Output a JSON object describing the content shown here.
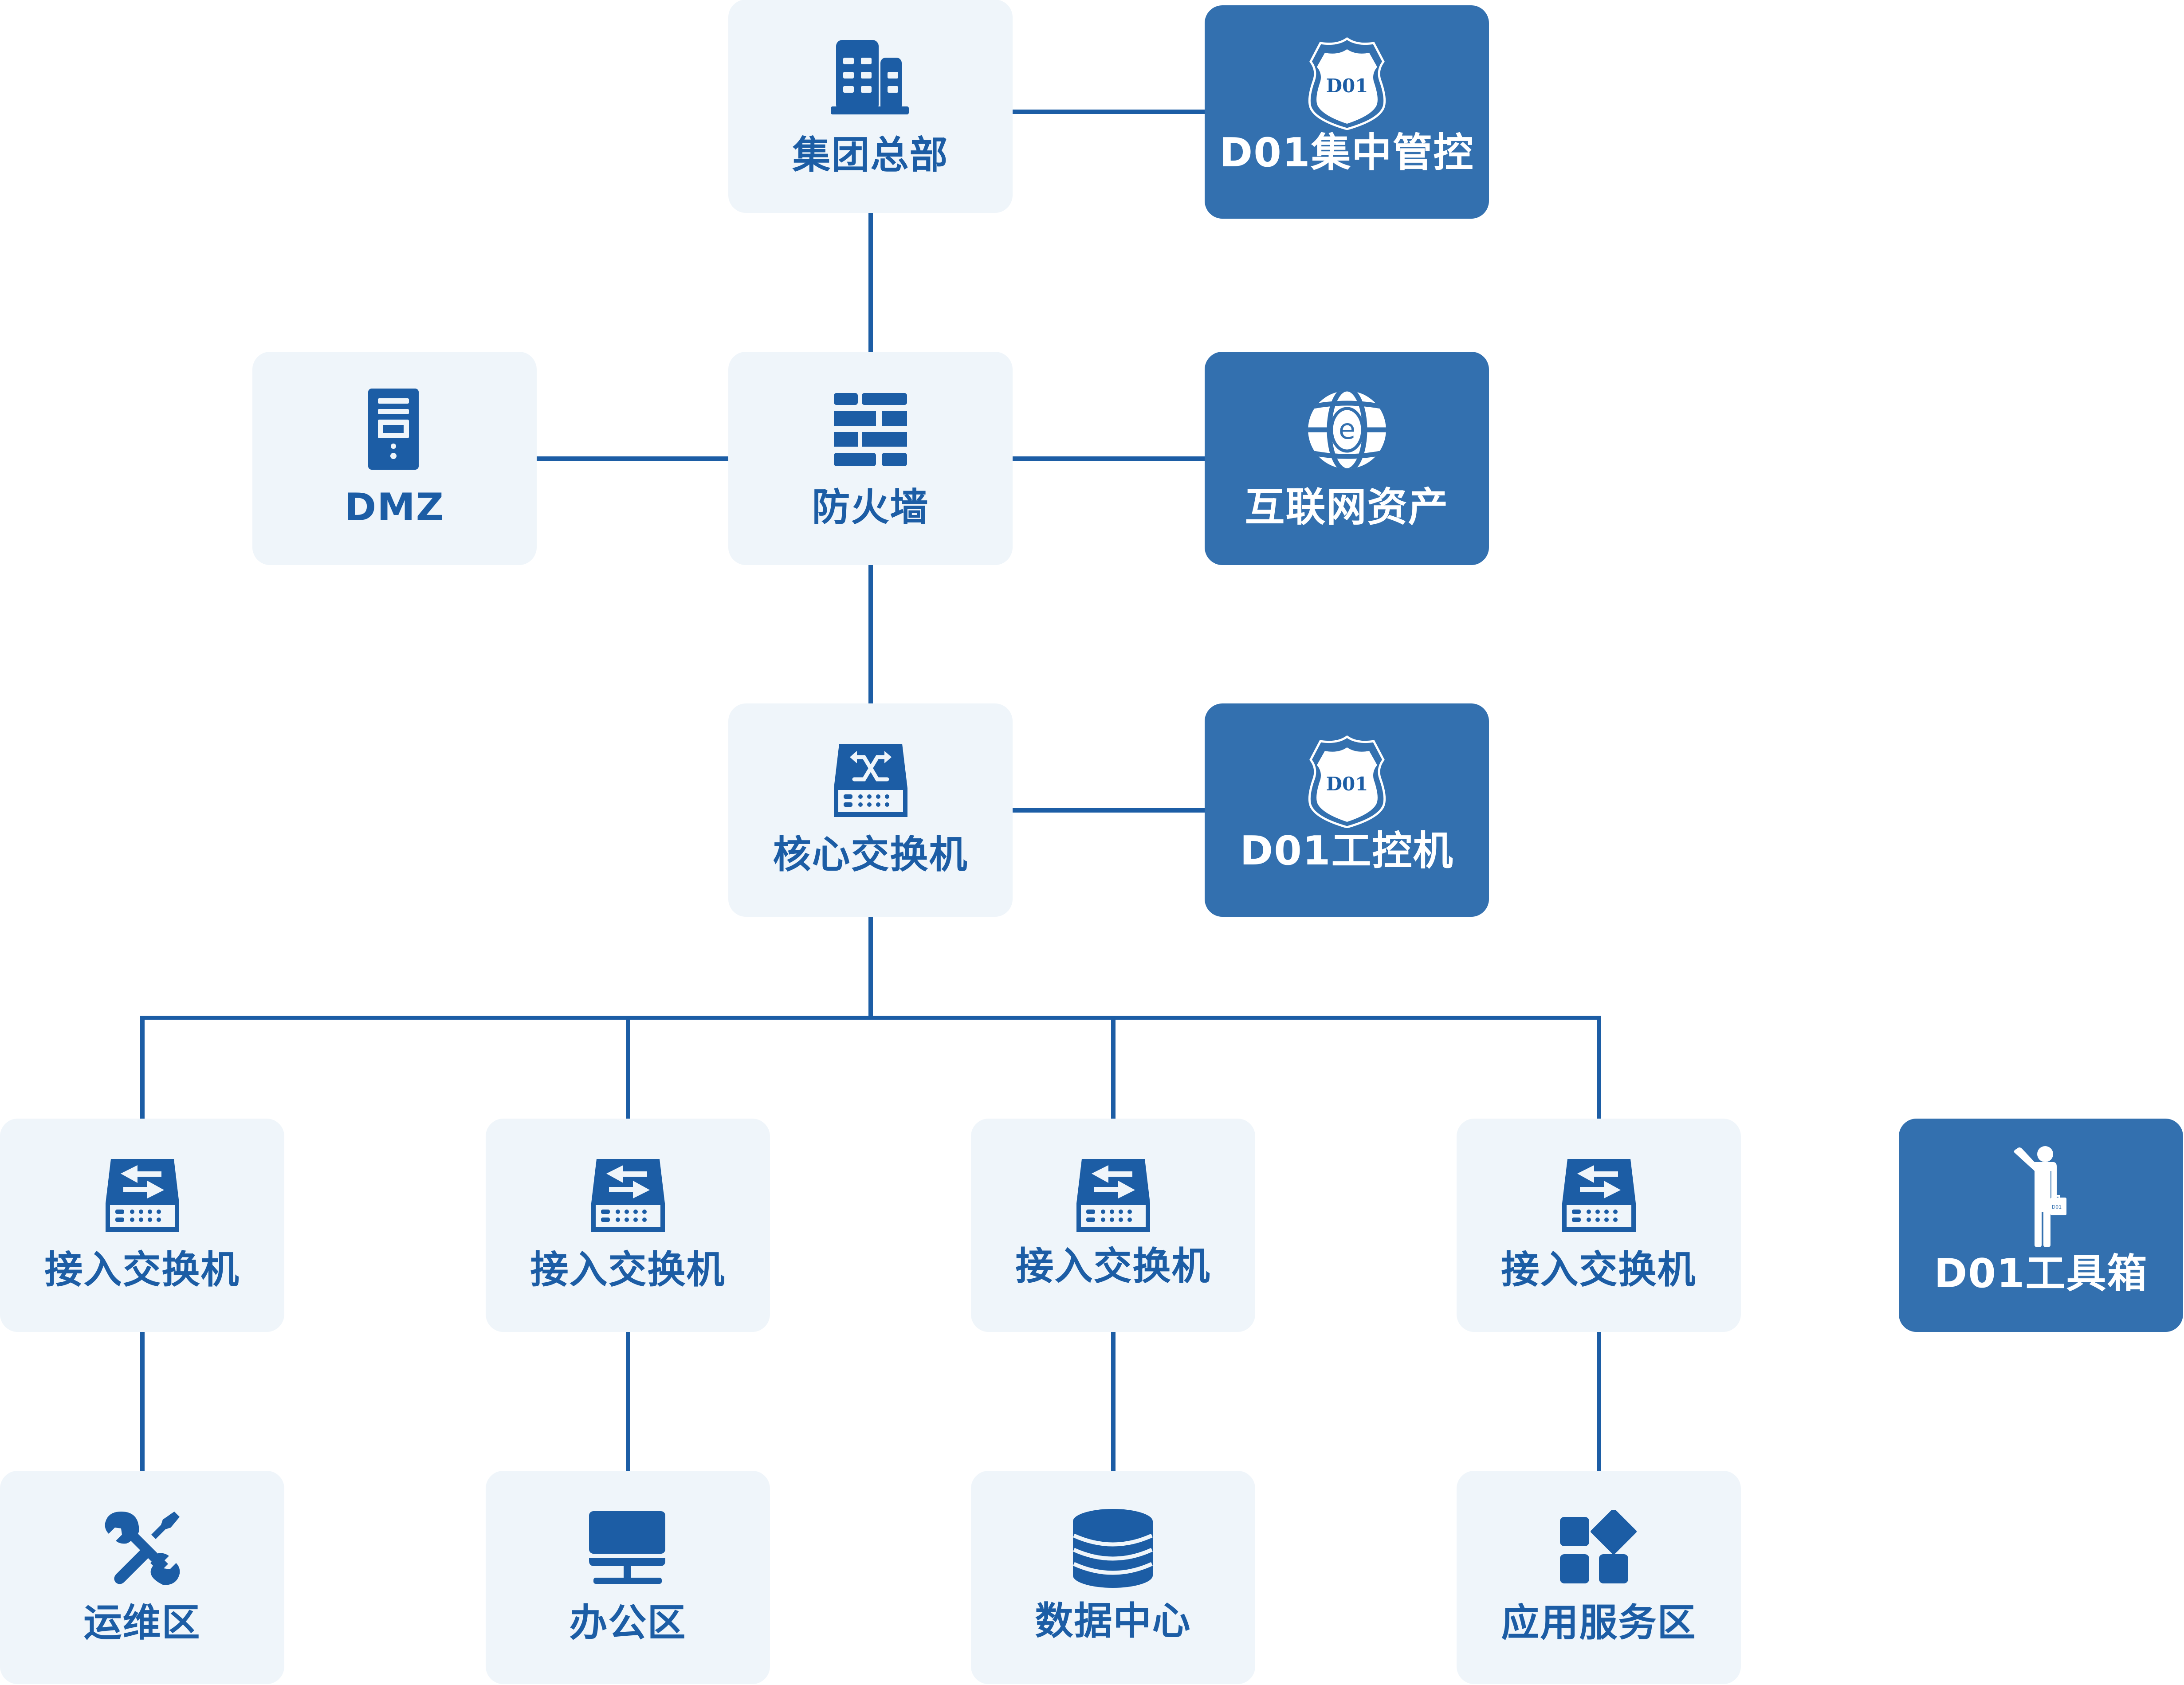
{
  "diagram": {
    "title": "",
    "colors": {
      "line": "#1C5DA5",
      "light_box": "#EFF5FA",
      "dark_box": "#3370AF",
      "light_text": "#1C5DA5",
      "dark_text": "#FFFFFF"
    },
    "nodes": {
      "hq": {
        "label": "集团总部",
        "icon": "building-icon"
      },
      "d01_central": {
        "label": "D01集中管控",
        "icon": "shield-icon",
        "badge": "D01"
      },
      "dmz": {
        "label": "DMZ",
        "icon": "server-icon"
      },
      "firewall": {
        "label": "防火墙",
        "icon": "firewall-icon"
      },
      "internet_assets": {
        "label": "互联网资产",
        "icon": "globe-icon",
        "badge": "e"
      },
      "core_switch": {
        "label": "核心交换机",
        "icon": "core-switch-icon"
      },
      "d01_ipc": {
        "label": "D01工控机",
        "icon": "shield-icon",
        "badge": "D01"
      },
      "access_switches": [
        {
          "label": "接入交换机",
          "icon": "access-switch-icon"
        },
        {
          "label": "接入交换机",
          "icon": "access-switch-icon"
        },
        {
          "label": "接入交换机",
          "icon": "access-switch-icon"
        },
        {
          "label": "接入交换机",
          "icon": "access-switch-icon"
        }
      ],
      "d01_toolbox": {
        "label": "D01工具箱",
        "icon": "person-toolbox-icon",
        "badge": "D01"
      },
      "zones": [
        {
          "label": "运维区",
          "icon": "tools-icon"
        },
        {
          "label": "办公区",
          "icon": "monitor-icon"
        },
        {
          "label": "数据中心",
          "icon": "database-icon"
        },
        {
          "label": "应用服务区",
          "icon": "apps-icon"
        }
      ]
    },
    "edges": [
      {
        "from": "集团总部",
        "to": "D01集中管控"
      },
      {
        "from": "集团总部",
        "to": "防火墙"
      },
      {
        "from": "DMZ",
        "to": "防火墙"
      },
      {
        "from": "防火墙",
        "to": "互联网资产"
      },
      {
        "from": "防火墙",
        "to": "核心交换机"
      },
      {
        "from": "核心交换机",
        "to": "D01工控机"
      },
      {
        "from": "核心交换机",
        "to": "接入交换机 ×4"
      },
      {
        "from": "接入交换机",
        "to": "运维区"
      },
      {
        "from": "接入交换机",
        "to": "办公区"
      },
      {
        "from": "接入交换机",
        "to": "数据中心"
      },
      {
        "from": "接入交换机",
        "to": "应用服务区"
      }
    ]
  }
}
